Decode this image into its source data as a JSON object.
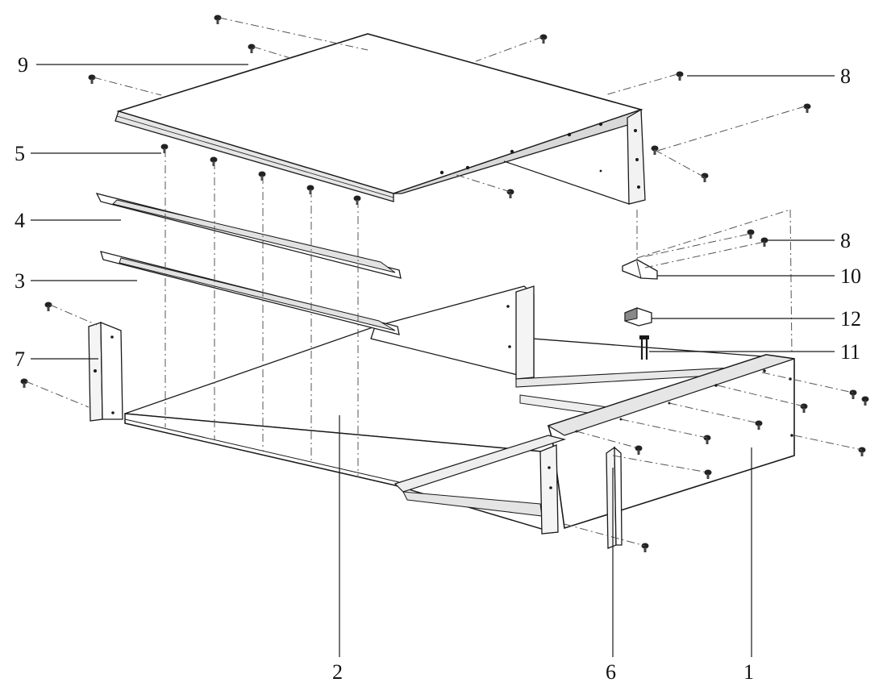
{
  "callouts": {
    "c1": "1",
    "c2": "2",
    "c3": "3",
    "c4": "4",
    "c5": "5",
    "c6": "6",
    "c7": "7",
    "c8a": "8",
    "c8b": "8",
    "c9": "9",
    "c10": "10",
    "c11": "11",
    "c12": "12"
  },
  "colors": {
    "line": "#1a1a1a",
    "dash": "#555555",
    "surface": "#ffffff",
    "shade": "#d9d9d9"
  }
}
